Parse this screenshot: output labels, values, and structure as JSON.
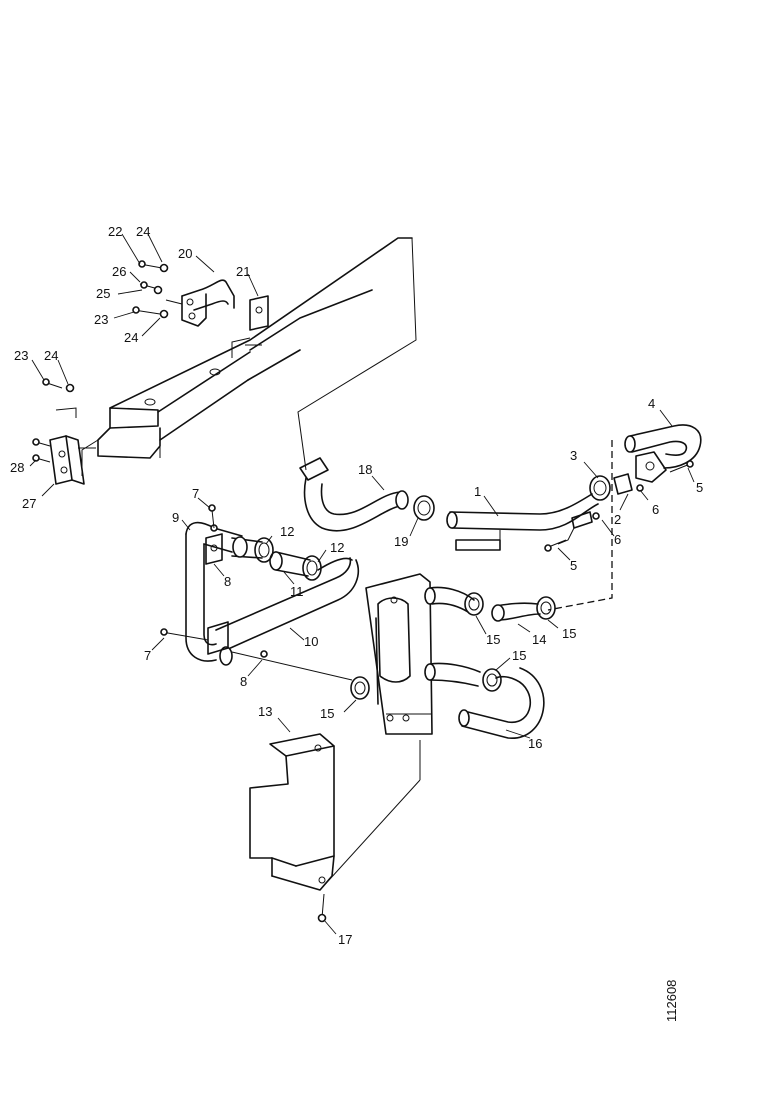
{
  "diagram": {
    "reference_number": "112608",
    "callouts": {
      "c1": "1",
      "c2": "2",
      "c3": "3",
      "c4": "4",
      "c5a": "5",
      "c5b": "5",
      "c6a": "6",
      "c6b": "6",
      "c7a": "7",
      "c7b": "7",
      "c8a": "8",
      "c8b": "8",
      "c9": "9",
      "c10": "10",
      "c11": "11",
      "c12a": "12",
      "c12b": "12",
      "c13": "13",
      "c14": "14",
      "c15a": "15",
      "c15b": "15",
      "c15c": "15",
      "c15d": "15",
      "c16": "16",
      "c17": "17",
      "c18": "18",
      "c19": "19",
      "c20": "20",
      "c21": "21",
      "c22": "22",
      "c23a": "23",
      "c23b": "23",
      "c24a": "24",
      "c24b": "24",
      "c24c": "24",
      "c25": "25",
      "c26": "26",
      "c27": "27",
      "c28": "28"
    }
  }
}
